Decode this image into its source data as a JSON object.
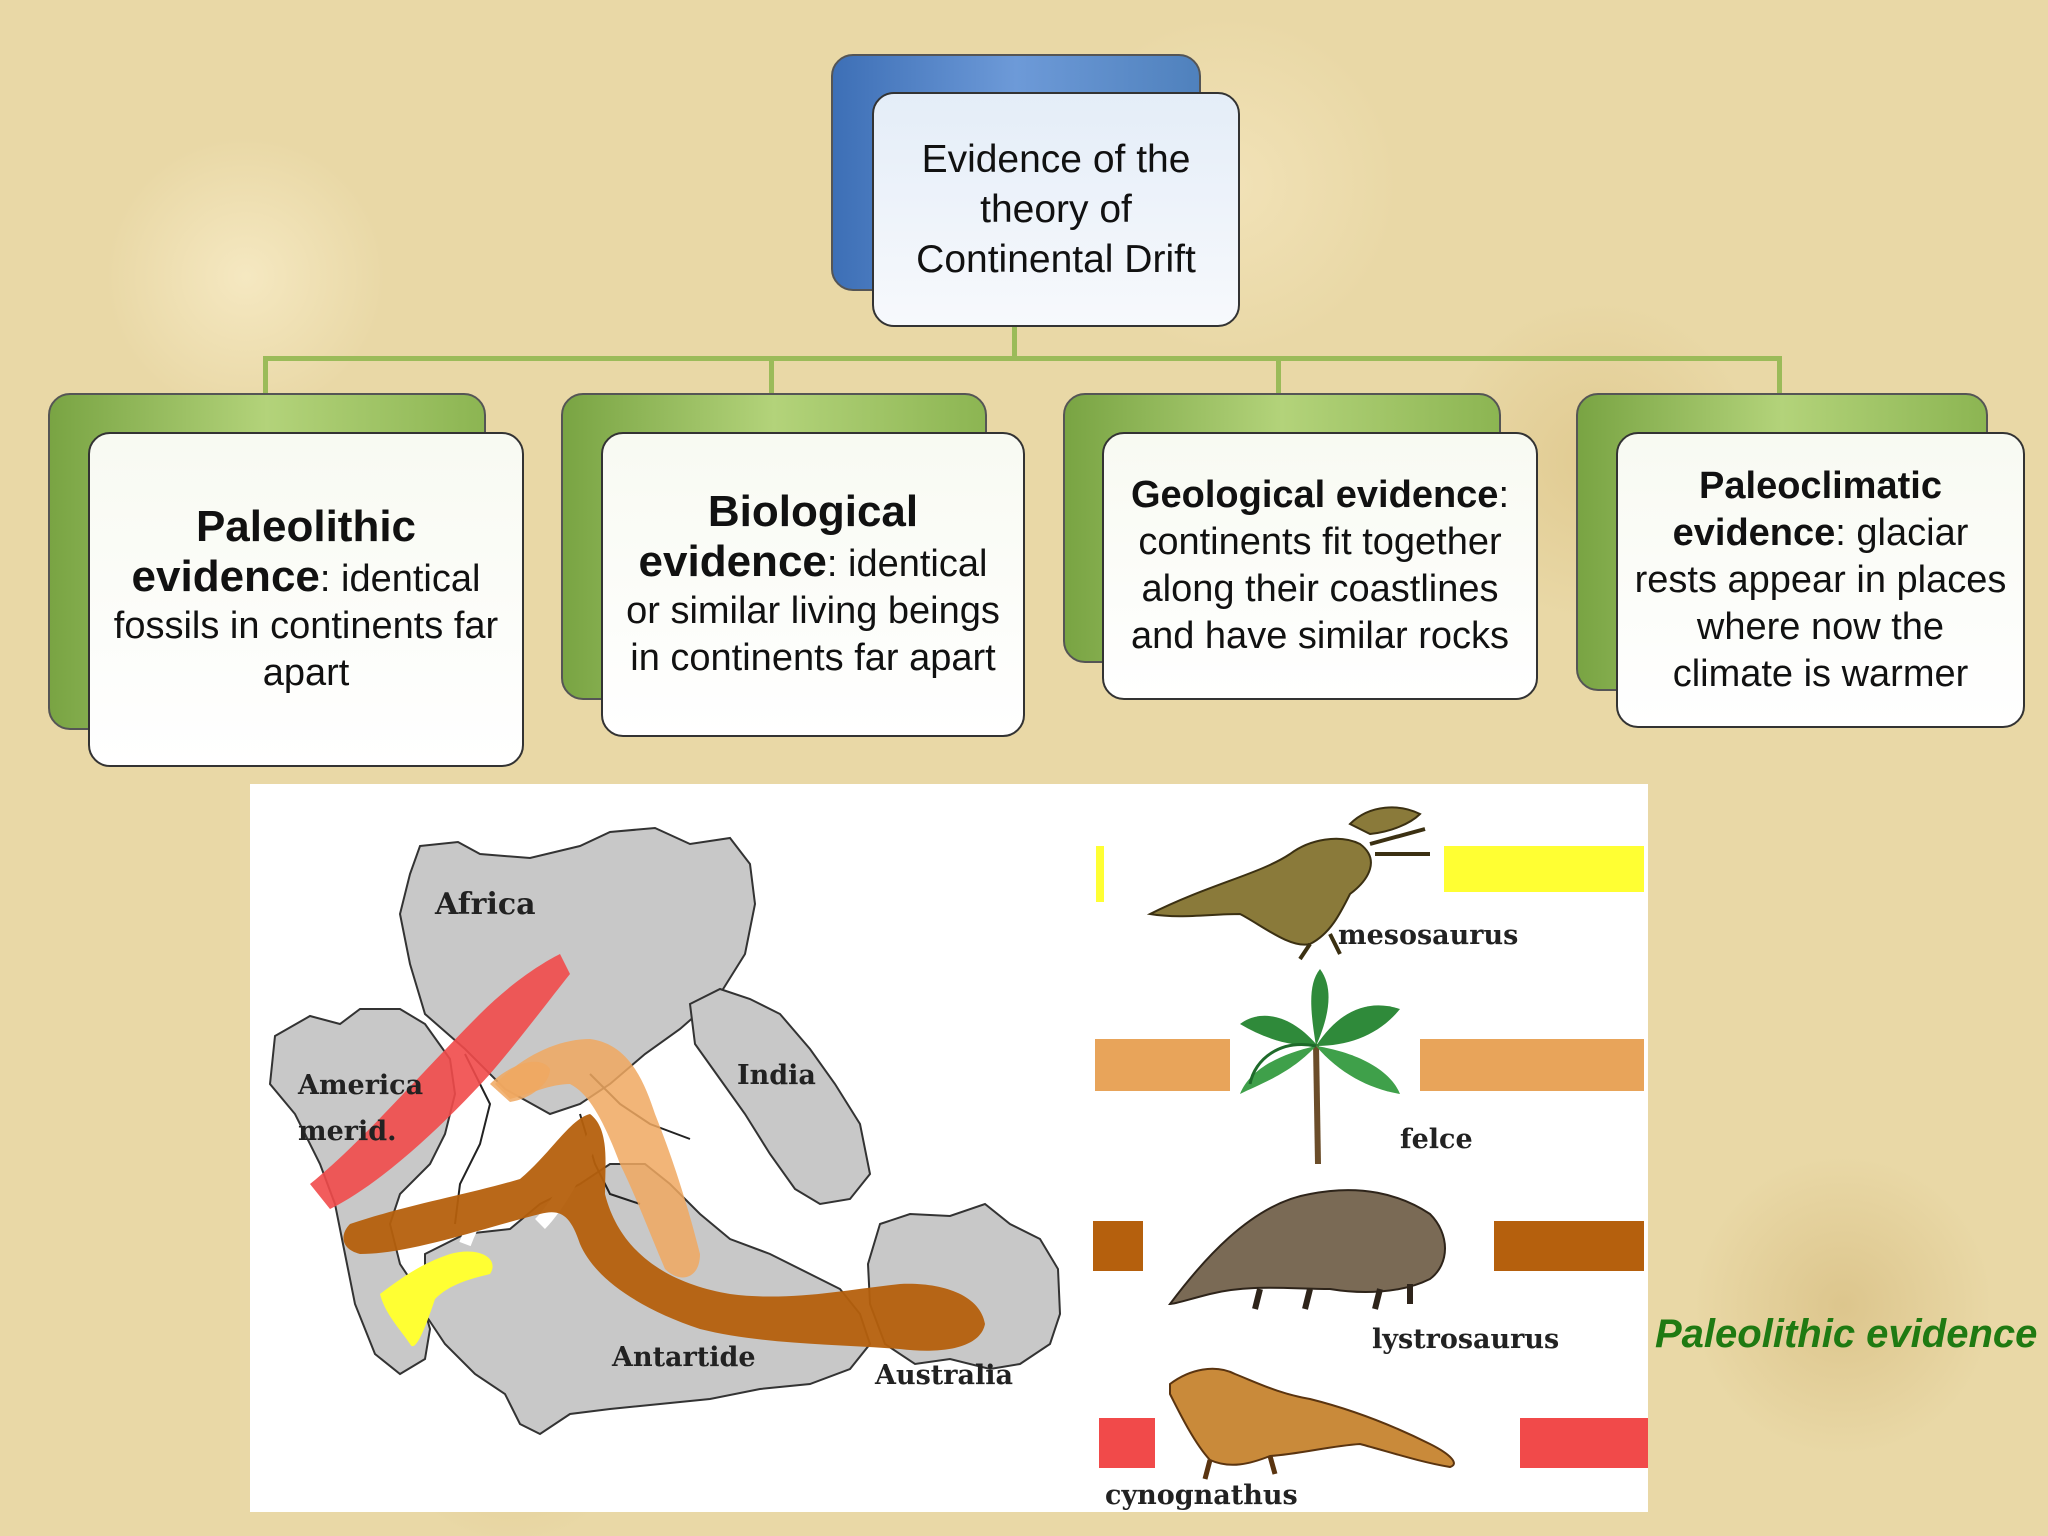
{
  "title": {
    "line1": "Evidence of the",
    "line2": "theory of",
    "line3": "Continental Drift"
  },
  "boxes": [
    {
      "bold1": "Paleolithic",
      "bold2": "evidence",
      "rest": ": identical fossils in continents far apart"
    },
    {
      "bold1": "Biological",
      "bold2": "evidence",
      "rest": ": identical or similar living beings in continents far apart"
    },
    {
      "bold1": "Geological evidence",
      "rest": ": continents fit together along their coastlines and have similar rocks"
    },
    {
      "bold1": "Paleoclimatic",
      "bold2": "evidence",
      "rest": ": glaciar rests appear in places where now the climate is warmer"
    }
  ],
  "map": {
    "labels": {
      "africa": "Africa",
      "america1": "America",
      "america2": "merid.",
      "india": "India",
      "antarctica": "Antartide",
      "australia": "Australia"
    }
  },
  "legend": {
    "mesosaurus": "mesosaurus",
    "felce": "felce",
    "lystrosaurus": "lystrosaurus",
    "cynognathus": "cynognathus"
  },
  "caption": "Paleolithic evidence",
  "colors": {
    "connector": "#9bbb59",
    "caption": "#1f7a12",
    "mesosaurus": "#ffff33",
    "felce": "#e8a45a",
    "lystrosaurus": "#b5600d",
    "cynognathus": "#f14a4a",
    "landmass": "#c8c8c8"
  }
}
